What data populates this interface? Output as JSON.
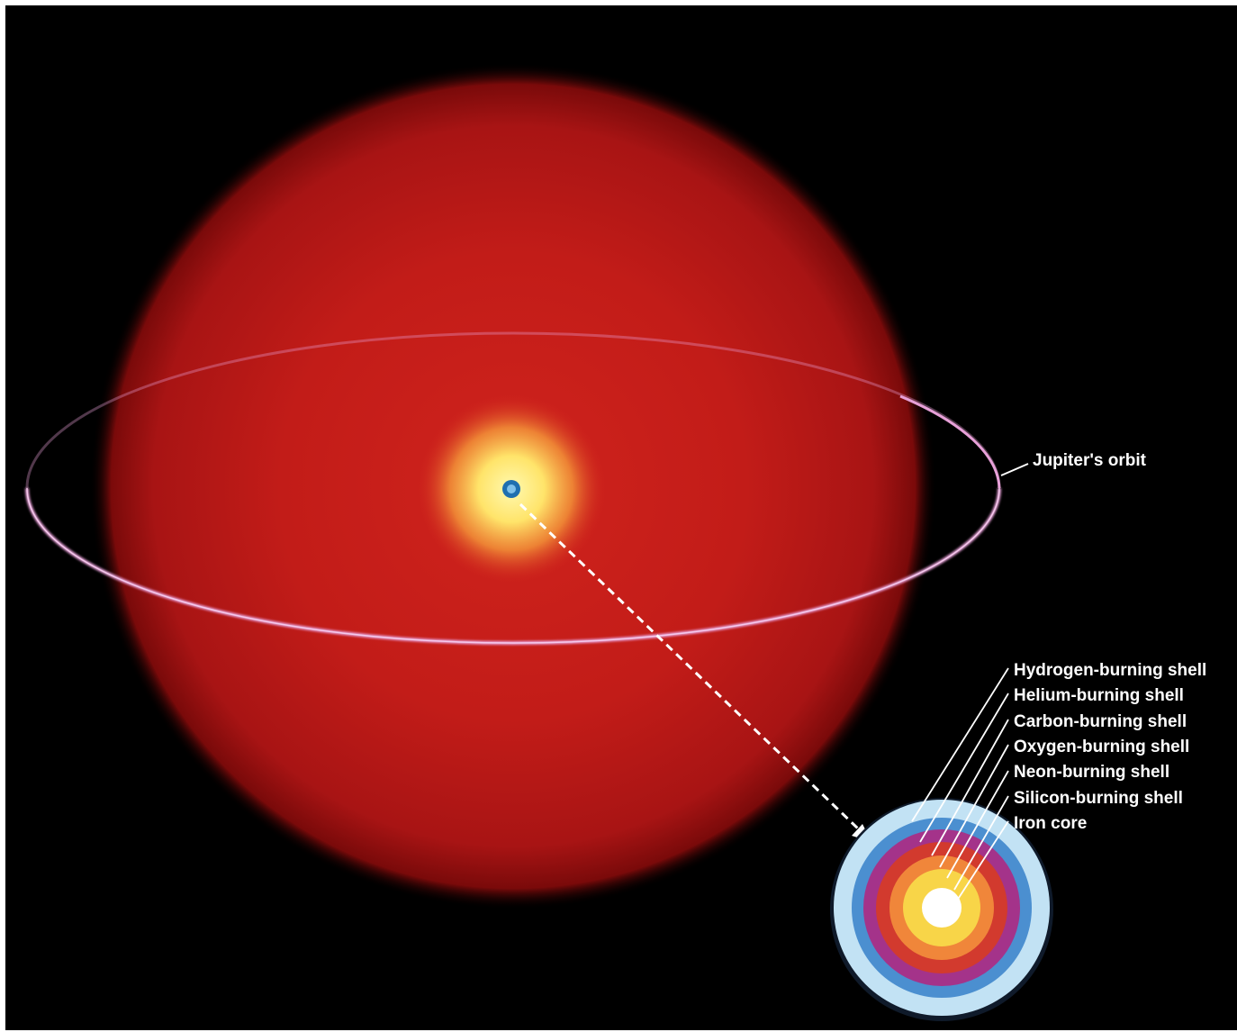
{
  "colors": {
    "background": "#000000",
    "giant_center": "#c8201c",
    "giant_edge": "#8a0c0c",
    "core_glow": "#fff38a",
    "orbit": "#e7a0d8",
    "label_text": "#ffffff",
    "shell_hydrogen": "#c2e2f4",
    "shell_helium": "#4b8fd0",
    "shell_carbon": "#a4338a",
    "shell_oxygen": "#d23a2e",
    "shell_neon": "#f0863a",
    "shell_silicon": "#f8d548",
    "iron_core": "#ffffff"
  },
  "labels": {
    "orbit": "Jupiter's orbit",
    "shells": [
      "Hydrogen-burning shell",
      "Helium-burning shell",
      "Carbon-burning shell",
      "Oxygen-burning shell",
      "Neon-burning shell",
      "Silicon-burning shell",
      "Iron core"
    ]
  },
  "icons": {
    "core_marker": "blue-dot-icon",
    "zoom_arrow": "dashed-arrow-icon"
  }
}
